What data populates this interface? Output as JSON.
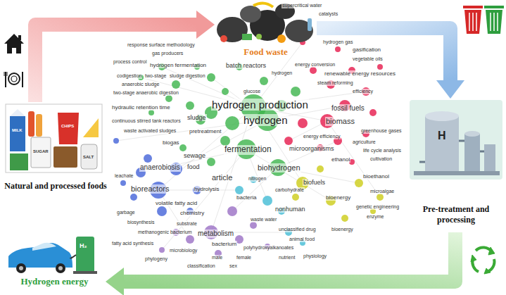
{
  "diagram": {
    "nodes": [
      {
        "text": [
          "Natural and processed foods"
        ]
      },
      {
        "text": [
          "Food waste"
        ]
      },
      {
        "text": [
          "Pre-treatment and processing"
        ]
      },
      {
        "text": [
          "Hydrogen energy"
        ]
      }
    ],
    "edges": [
      {
        "from": 0,
        "to": 1,
        "arrow": "to"
      },
      {
        "from": 1,
        "to": 2,
        "arrow": "to"
      },
      {
        "from": 2,
        "to": 3,
        "arrow": "to"
      }
    ],
    "labels": [
      "supercritical water",
      "catalysts",
      "response surface methodology",
      "gas producers",
      "hydrogen gas",
      "gasification",
      "process control",
      "energy conversion",
      "vegetable oils",
      "hydrogen fermentation",
      "batch reactors",
      "renewable energy resources",
      "codigestion",
      "two-stage",
      "sludge digestion",
      "hydrogen",
      "steam reforming",
      "anaerobic sludge",
      "efficiency",
      "two-stage anaerobic digestion",
      "glucose",
      "hydrogen production",
      "fossil fuels",
      "hydraulic retention time",
      "biomass",
      "hydrogen",
      "greenhouse gases",
      "continuous stirred tank reactors",
      "sludge",
      "energy efficiency",
      "agriculture",
      "waste activated sludges",
      "pretreatment",
      "life cycle analysis",
      "biogas",
      "sewage",
      "fermentation",
      "microorganisms",
      "cultivation",
      "ethanol",
      "anaerobiosis",
      "food",
      "biohydrogen",
      "article",
      "nitrogen",
      "biofuels",
      "bioethanol",
      "leachate",
      "hydrolysis",
      "bioreactors",
      "carbohydrate",
      "bacteria",
      "bioenergy",
      "microalgae",
      "volatile fatty acid",
      "genetic engineering",
      "garbage",
      "chemistry",
      "nonhuman",
      "enzyme",
      "biosynthesis",
      "substrate",
      "methanogenic bacterium",
      "metabolism",
      "waste water",
      "unclassified drug",
      "bioenergy",
      "animal food",
      "fatty acid synthesis",
      "bacterium",
      "microbiology",
      "polyhydroxyalkanoates",
      "female",
      "nutrient",
      "physiology",
      "phylogeny",
      "male",
      "sex",
      "classification",
      "MILK",
      "SUGAR",
      "CHIPS",
      "SALT",
      "H",
      "H₂"
    ]
  }
}
